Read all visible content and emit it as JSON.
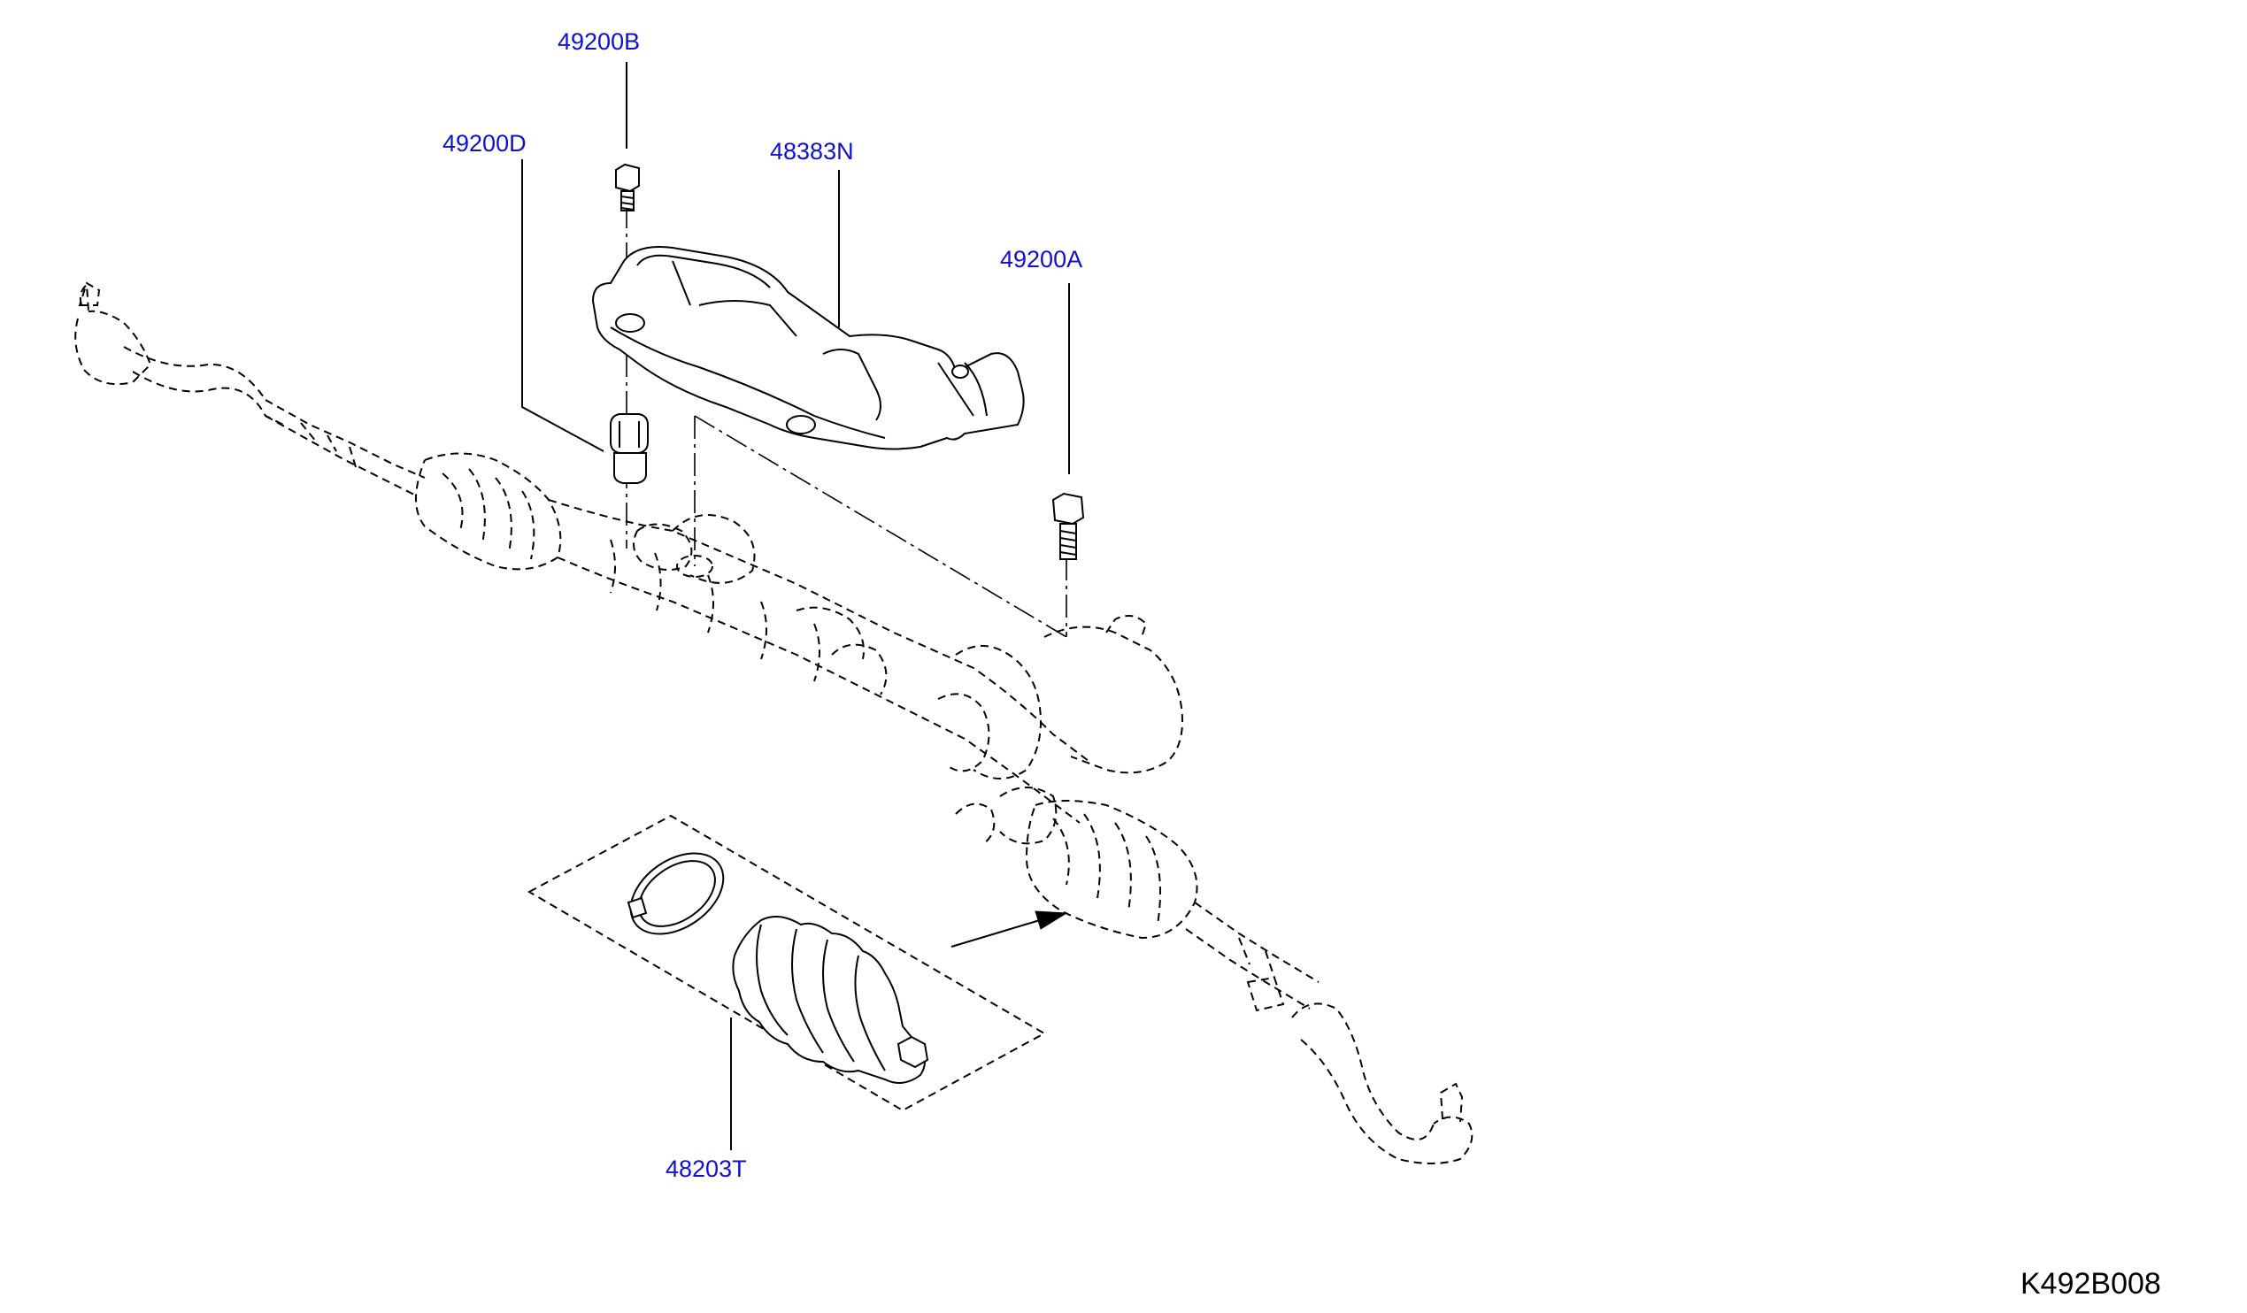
{
  "diagram": {
    "diagram_code": "K492B008",
    "parts": [
      {
        "id": "49200B",
        "label": "49200B"
      },
      {
        "id": "49200D",
        "label": "49200D"
      },
      {
        "id": "48383N",
        "label": "48383N"
      },
      {
        "id": "49200A",
        "label": "49200A"
      },
      {
        "id": "48203T",
        "label": "48203T"
      }
    ],
    "colors": {
      "label": "#1010d0",
      "line": "#000000",
      "background": "#ffffff"
    }
  }
}
